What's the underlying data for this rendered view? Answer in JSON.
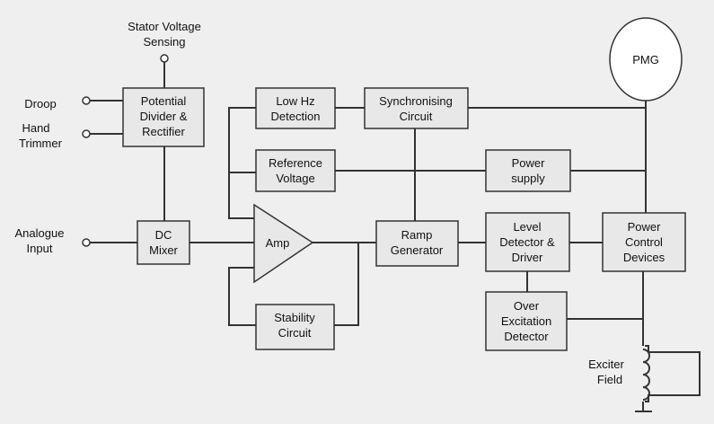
{
  "labels": {
    "stator_line1": "Stator Voltage",
    "stator_line2": "Sensing",
    "droop": "Droop",
    "hand_line1": "Hand",
    "hand_line2": "Trimmer",
    "analogue_line1": "Analogue",
    "analogue_line2": "Input",
    "exciter_line1": "Exciter",
    "exciter_line2": "Field"
  },
  "blocks": {
    "potential_divider": [
      "Potential",
      "Divider &",
      "Rectifier"
    ],
    "dc_mixer": [
      "DC",
      "Mixer"
    ],
    "low_hz": [
      "Low Hz",
      "Detection"
    ],
    "synchronising": [
      "Synchronising",
      "Circuit"
    ],
    "reference_voltage": [
      "Reference",
      "Voltage"
    ],
    "power_supply": [
      "Power",
      "supply"
    ],
    "amp": [
      "Amp"
    ],
    "ramp_generator": [
      "Ramp",
      "Generator"
    ],
    "level_detector": [
      "Level",
      "Detector &",
      "Driver"
    ],
    "power_control": [
      "Power",
      "Control",
      "Devices"
    ],
    "stability": [
      "Stability",
      "Circuit"
    ],
    "over_excitation": [
      "Over",
      "Excitation",
      "Detector"
    ],
    "pmg": [
      "PMG"
    ]
  },
  "colors": {
    "background": "#efefef",
    "block_fill": "#e8e8e8",
    "stroke": "#333333",
    "text": "#111111"
  }
}
